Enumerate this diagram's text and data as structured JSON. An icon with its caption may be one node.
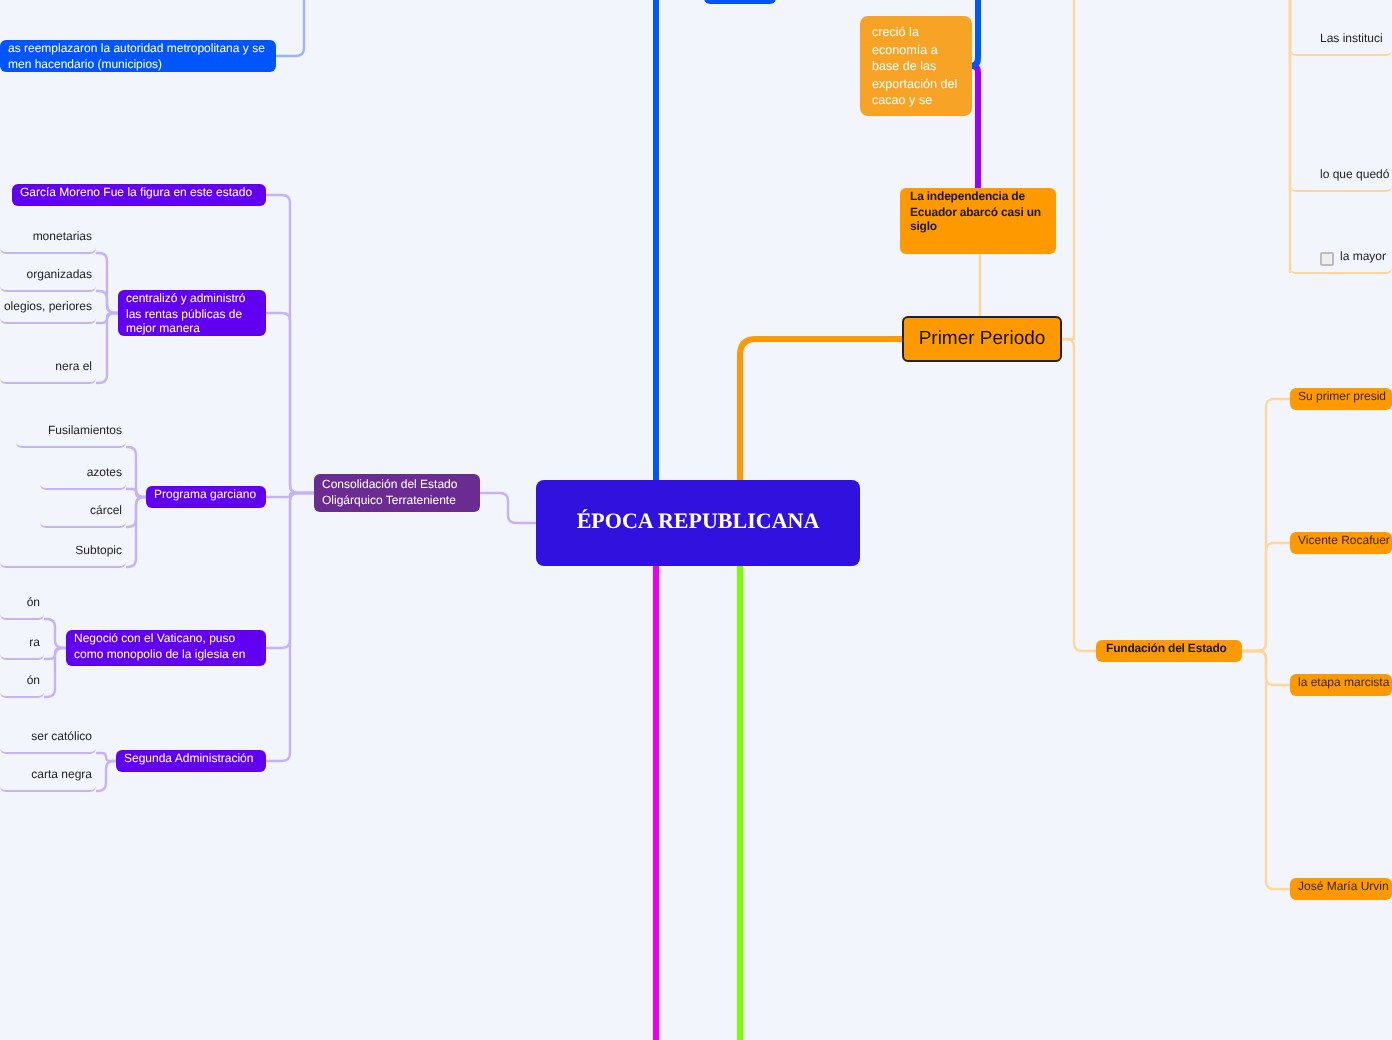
{
  "diagram": {
    "nodes": [
      {
        "text": [
          "ÉPOCA REPUBLICANA"
        ]
      },
      {
        "text": [],
        "shape": "box"
      },
      {
        "text": [
          "as reemplazaron la autoridad metropolitana y se men hacendario (municipios)"
        ]
      },
      {
        "text": [
          "Consolidación del Estado Oligárquico Terrateniente"
        ]
      },
      {
        "text": [
          "García Moreno Fue la figura en este estado"
        ]
      },
      {
        "text": [
          "centralizó y administró las rentas públicas de mejor manera"
        ]
      },
      {
        "text": [
          "Programa garciano"
        ]
      },
      {
        "text": [
          "Negoció con el Vaticano, puso como monopolio de la iglesia en"
        ]
      },
      {
        "text": [
          "Segunda Administración"
        ]
      },
      {
        "text": [
          "monetarias"
        ]
      },
      {
        "text": [
          "organizadas"
        ]
      },
      {
        "text": [
          "olegios, periores"
        ]
      },
      {
        "text": [
          "nera el"
        ]
      },
      {
        "text": [
          "Fusilamientos"
        ]
      },
      {
        "text": [
          "azotes"
        ]
      },
      {
        "text": [
          "cárcel"
        ]
      },
      {
        "text": [
          "Subtopic"
        ]
      },
      {
        "text": [
          "ón"
        ]
      },
      {
        "text": [
          "ra"
        ]
      },
      {
        "text": [
          "ón"
        ]
      },
      {
        "text": [
          "ser católico"
        ]
      },
      {
        "text": [
          "carta negra"
        ]
      },
      {
        "text": [
          "creció la economía a base de las exportación del cacao y se"
        ]
      },
      {
        "text": [
          "La independencia de Ecuador abarcó casi un siglo"
        ]
      },
      {
        "text": [
          "Primer Periodo"
        ]
      },
      {
        "text": [
          "Las instituci"
        ]
      },
      {
        "text": [
          "lo que quedó"
        ]
      },
      {
        "text": [
          "la mayor"
        ]
      },
      {
        "text": [
          "Fundación del Estado"
        ]
      },
      {
        "text": [
          "Su primer presid"
        ]
      },
      {
        "text": [
          "Vicente Rocafuer"
        ]
      },
      {
        "text": [
          "la etapa marcista"
        ]
      },
      {
        "text": [
          "José María Urvin"
        ]
      }
    ],
    "edges": [
      {
        "from": 0,
        "to": 3,
        "arrow": "none"
      },
      {
        "from": 0,
        "to": null,
        "arrow": "none",
        "style": "thick",
        "color": "#0055ff"
      },
      {
        "from": 0,
        "to": null,
        "arrow": "none",
        "style": "thick",
        "color": "#ee00ee"
      },
      {
        "from": 0,
        "to": null,
        "arrow": "none",
        "style": "thick",
        "color": "#77ff00"
      },
      {
        "from": 0,
        "to": 24,
        "arrow": "none",
        "style": "thick",
        "color": "#ff9900"
      },
      {
        "from": null,
        "to": 2,
        "arrow": "none",
        "color": "#9db3ff"
      },
      {
        "from": 3,
        "to": 4,
        "arrow": "none"
      },
      {
        "from": 3,
        "to": 5,
        "arrow": "none"
      },
      {
        "from": 3,
        "to": 6,
        "arrow": "none"
      },
      {
        "from": 3,
        "to": 7,
        "arrow": "none"
      },
      {
        "from": 3,
        "to": 8,
        "arrow": "none"
      },
      {
        "from": 5,
        "to": 9,
        "arrow": "none"
      },
      {
        "from": 5,
        "to": 10,
        "arrow": "none"
      },
      {
        "from": 5,
        "to": 11,
        "arrow": "none"
      },
      {
        "from": 5,
        "to": 12,
        "arrow": "none"
      },
      {
        "from": 6,
        "to": 13,
        "arrow": "none"
      },
      {
        "from": 6,
        "to": 14,
        "arrow": "none"
      },
      {
        "from": 6,
        "to": 15,
        "arrow": "none"
      },
      {
        "from": 6,
        "to": 16,
        "arrow": "none"
      },
      {
        "from": 7,
        "to": 17,
        "arrow": "none"
      },
      {
        "from": 7,
        "to": 18,
        "arrow": "none"
      },
      {
        "from": 7,
        "to": 19,
        "arrow": "none"
      },
      {
        "from": 8,
        "to": 20,
        "arrow": "none"
      },
      {
        "from": 8,
        "to": 21,
        "arrow": "none"
      },
      {
        "from": 24,
        "to": 23,
        "arrow": "none",
        "color": "#ffd699"
      },
      {
        "from": 23,
        "to": 22,
        "arrow": "none",
        "style": "thick",
        "color": "#9900ff"
      },
      {
        "from": null,
        "to": 22,
        "arrow": "none",
        "style": "thick",
        "color": "#0055ff"
      },
      {
        "from": 24,
        "to": 28,
        "arrow": "none",
        "color": "#ffd699"
      },
      {
        "from": 24,
        "to": null,
        "arrow": "none",
        "color": "#ffd699"
      },
      {
        "from": 28,
        "to": 29,
        "arrow": "none",
        "color": "#ffd699"
      },
      {
        "from": 28,
        "to": 30,
        "arrow": "none",
        "color": "#ffd699"
      },
      {
        "from": 28,
        "to": 31,
        "arrow": "none",
        "color": "#ffd699"
      },
      {
        "from": 28,
        "to": 32,
        "arrow": "none",
        "color": "#ffd699"
      },
      {
        "from": null,
        "to": 25,
        "arrow": "none",
        "color": "#ffd699"
      },
      {
        "from": null,
        "to": 26,
        "arrow": "none",
        "color": "#ffd699"
      },
      {
        "from": null,
        "to": 27,
        "arrow": "none",
        "color": "#ffd699"
      }
    ]
  }
}
